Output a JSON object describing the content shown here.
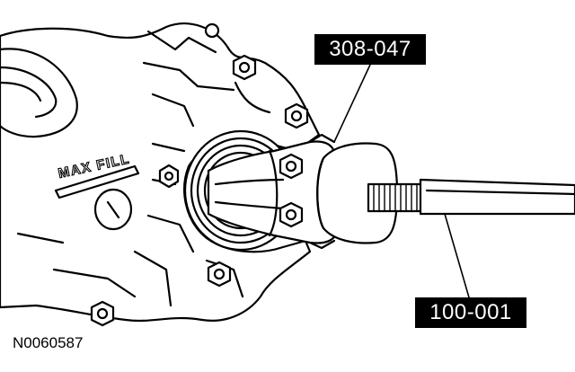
{
  "diagram": {
    "callouts": [
      {
        "id": "tool-upper",
        "label": "308-047"
      },
      {
        "id": "tool-lower",
        "label": "100-001"
      }
    ],
    "housing_text": "MAX FILL",
    "figure_id": "N0060587"
  },
  "colors": {
    "line": "#000000",
    "fill": "#ffffff",
    "label_bg": "#000000",
    "label_text": "#ffffff"
  }
}
